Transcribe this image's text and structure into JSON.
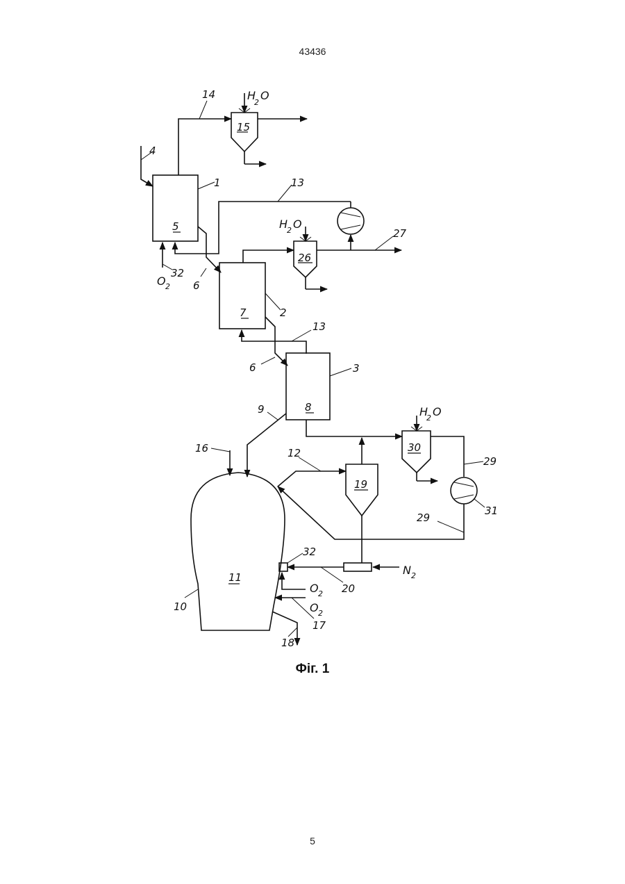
{
  "header": {
    "doc_number": "43436"
  },
  "footer": {
    "page_number": "5"
  },
  "figure": {
    "caption": "Фіг. 1"
  },
  "units": {
    "1": "5",
    "2": "7",
    "3": "8",
    "4": "11",
    "5": "15",
    "6": "26",
    "7": "30",
    "8": "19"
  },
  "refs": {
    "r1": "1",
    "r2": "2",
    "r3": "3",
    "r4": "4",
    "r6a": "6",
    "r6b": "6",
    "r9": "9",
    "r10": "10",
    "r12": "12",
    "r13a": "13",
    "r13b": "13",
    "r14": "14",
    "r16": "16",
    "r17": "17",
    "r18": "18",
    "r20": "20",
    "r27": "27",
    "r29a": "29",
    "r29b": "29",
    "r31": "31",
    "r32a": "32",
    "r32b": "32"
  },
  "media": {
    "water": "H",
    "water_sub": "2",
    "water_tail": "O",
    "oxygen": "O",
    "oxygen_sub": "2",
    "nitrogen": "N",
    "nitrogen_sub": "2"
  }
}
